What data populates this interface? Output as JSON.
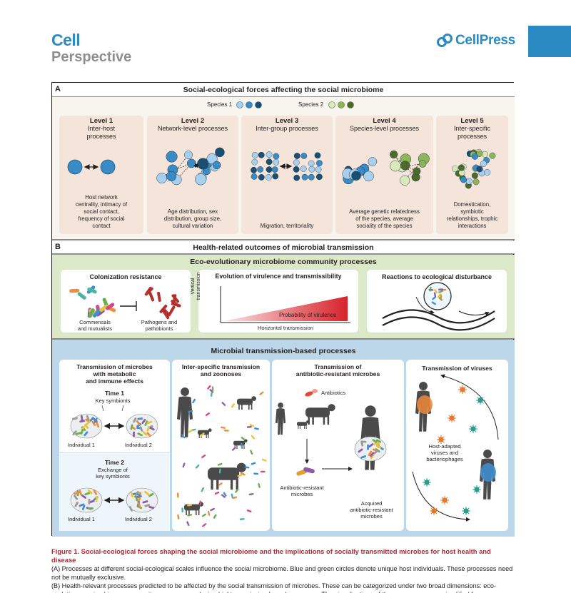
{
  "header": {
    "journal": "Cell",
    "section": "Perspective",
    "publisher": "CellPress"
  },
  "colors": {
    "brand_blue": "#2a8ac1",
    "level_bg": "#f4e4d9",
    "panel_green": "#dce9c8",
    "panel_blue": "#bcd7ea",
    "virulence_red": "#d7222b"
  },
  "panel_a": {
    "letter": "A",
    "title": "Social-ecological forces affecting the social microbiome",
    "legend": {
      "species1": "Species 1",
      "species2": "Species 2"
    },
    "levels": [
      {
        "name": "Level 1",
        "sub": "Inter-host\nprocesses",
        "desc": "Host network\ncentrality, intimacy of\nsocial contact,\nfrequency of social\ncontact"
      },
      {
        "name": "Level 2",
        "sub": "Network-level processes",
        "desc": "Age distribution, sex\ndistribution, group size,\ncultural variation"
      },
      {
        "name": "Level 3",
        "sub": "Inter-group processes",
        "desc": "Migration, territoriality"
      },
      {
        "name": "Level 4",
        "sub": "Species-level processes",
        "desc": "Average genetic relatedness\nof the species, average\nsociality of the species"
      },
      {
        "name": "Level 5",
        "sub": "Inter-specific\nprocesses",
        "desc": "Domestication,\nsymbiotic\nrelationships, trophic\ninteractions"
      }
    ]
  },
  "panel_b": {
    "letter": "B",
    "title": "Health-related outcomes of microbial transmission",
    "eco": {
      "title": "Eco-evolutionary microbiome community processes",
      "colonization": {
        "title": "Colonization resistance",
        "left": "Commensals\nand mutualists",
        "right": "Pathogens and\npathobionts"
      },
      "virulence": {
        "title": "Evolution of virulence and transmissibility",
        "y_axis": "Vertical\ntransmission",
        "x_axis": "Horizontal transmission",
        "inner": "Probability of virulence"
      },
      "disturbance": {
        "title": "Reactions to ecological disturbance"
      }
    },
    "micro": {
      "title": "Microbial transmission-based processes",
      "metabolic": {
        "title": "Transmission of microbes\nwith metabolic\nand immune effects",
        "time1": "Time 1",
        "key": "Key symbionts",
        "ind1": "Individual 1",
        "ind2": "Individual 2",
        "time2": "Time 2",
        "exchange": "Exchange of\nkey symbionts",
        "ind1b": "Individual 1",
        "ind2b": "Individual 2"
      },
      "zoonoses": {
        "title": "Inter-specific transmission\nand zoonoses"
      },
      "antibiotic": {
        "title": "Transmission of\nantibiotic-resistant microbes",
        "antibiotics": "Antibiotics",
        "resistant": "Antibiotic-resistant\nmicrobes",
        "acquired": "Acquired\nantibiotic-resistant\nmicrobes"
      },
      "viruses": {
        "title": "Transmission of viruses",
        "host": "Host-adapted\nviruses and\nbacteriophages"
      }
    }
  },
  "caption": {
    "title": "Figure 1.  Social-ecological forces shaping the social microbiome and the implications of socially transmitted microbes for host health and disease",
    "a": "(A) Processes at different social-ecological scales influence the social microbiome. Blue and green circles denote unique host individuals. These processes need not be mutually exclusive.",
    "b": "(B) Health-relevant processes predicted to be affected by the social transmission of microbes. These can be categorized under two broad dimensions: eco-evolutionary microbiome community processes, and microbial transmission-based processes. The visualizations of these processes are simplified for conve-"
  }
}
